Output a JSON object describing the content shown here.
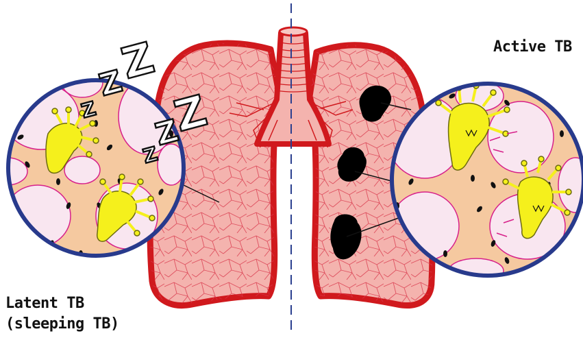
{
  "labels": {
    "active": "Active TB",
    "latent_line1": "Latent TB",
    "latent_line2": "(sleeping TB)"
  },
  "sleep_letters": [
    "Z",
    "Z",
    "Z",
    "Z",
    "Z",
    "Z"
  ],
  "colors": {
    "lung_fill": "#f4b3ae",
    "lung_outline": "#d0191d",
    "tissue": "#f5c9a0",
    "alveolus": "#f9e6f0",
    "circle_border": "#283a8c",
    "bacteria": "#f5f01c",
    "midline": "#2a3f8f",
    "lesion": "#000000"
  },
  "icons": [
    "bacterium-icon",
    "lesion-icon",
    "sleep-z-icon"
  ]
}
